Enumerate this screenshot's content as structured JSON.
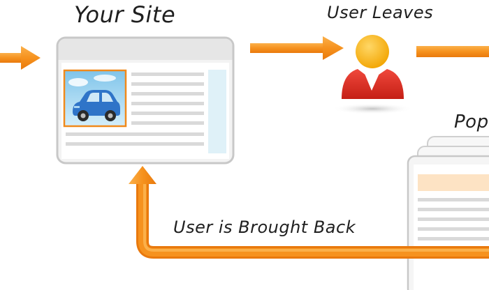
{
  "labels": {
    "your_site": "Your Site",
    "user_leaves": "User Leaves",
    "popup_partial": "Pop",
    "user_brought_back": "User is Brought Back"
  },
  "icons": {
    "browser_window": "browser-window-icon",
    "car_image": "car-icon",
    "user_figure": "user-icon",
    "popup_window_stack": "popup-window-stack-icon",
    "arrow": "arrow-icon"
  },
  "colors": {
    "arrow_orange": "#f6921e",
    "arrow_highlight": "#fbb04a",
    "window_frame": "#c8c8c8",
    "window_titlebar": "#e6e6e6",
    "text_lines": "#d9d9d9",
    "sidebar_blue": "#dff1f8",
    "image_border": "#f08a1c",
    "user_head": "#f7b514",
    "user_body": "#e02b20",
    "popup_header": "#fde3c4"
  }
}
